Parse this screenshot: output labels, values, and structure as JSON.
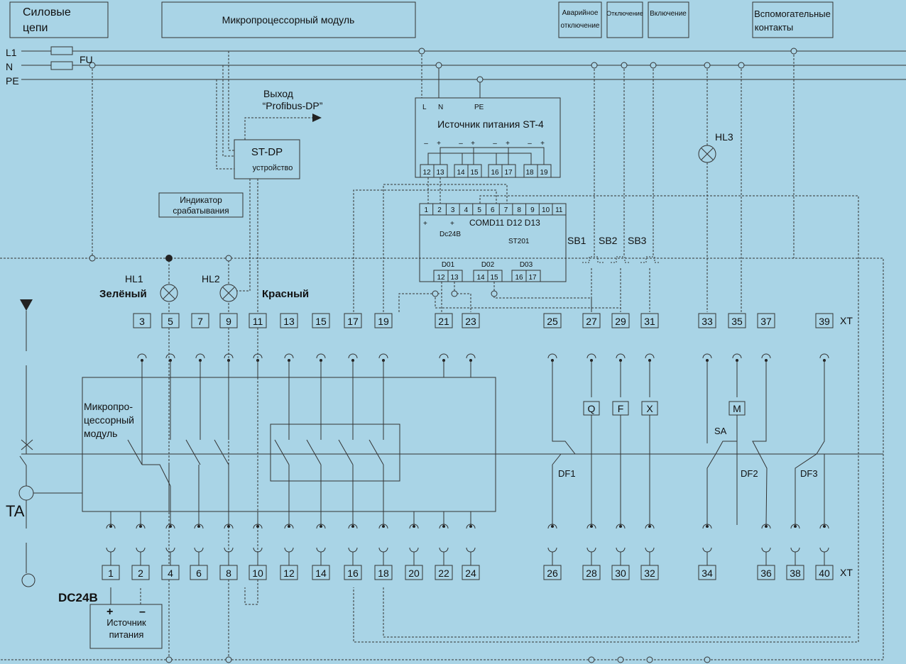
{
  "header": {
    "power_circuits": [
      "Силовые",
      "цепи"
    ],
    "mcu_module": "Микропроцессорный модуль",
    "emergency": [
      "Аварийное",
      "отключение"
    ],
    "off": "Отключение",
    "on": "Включение",
    "aux": [
      "Вспомогательные",
      "контакты"
    ]
  },
  "buses": {
    "l1": "L1",
    "n": "N",
    "pe": "PE",
    "fu": "FU"
  },
  "profibus": {
    "title": "Выход",
    "subtitle": "“Profibus-DP”"
  },
  "stdp": {
    "name": "ST-DP",
    "subtitle": "устройство"
  },
  "indicator": [
    "Индикатор",
    "срабатывания"
  ],
  "psu_st4": {
    "title": "Источник питания ST-4",
    "inputs": [
      "L",
      "N",
      "PE"
    ],
    "polarity": [
      "–",
      "+",
      "–",
      "+",
      "–",
      "+",
      "–",
      "+"
    ],
    "terminals": [
      "12",
      "13",
      "14",
      "15",
      "16",
      "17",
      "18",
      "19"
    ]
  },
  "st201": {
    "terminals": [
      "1",
      "2",
      "3",
      "4",
      "5",
      "6",
      "7",
      "8",
      "9",
      "10",
      "11"
    ],
    "plus1": "+",
    "plus2": "+",
    "voltage": "Dc24B",
    "inputs": "COMD11 D12 D13",
    "model": "ST201",
    "outputs": [
      "D01",
      "D02",
      "D03"
    ],
    "out_terminals": [
      "12",
      "13",
      "14",
      "15",
      "16",
      "17"
    ]
  },
  "buttons": [
    "SB1",
    "SB2",
    "SB3"
  ],
  "lamps": {
    "hl1": "HL1",
    "hl1_color": "Зелёный",
    "hl2": "HL2",
    "hl2_color": "Красный",
    "hl3": "HL3"
  },
  "top_terminals": [
    "3",
    "5",
    "7",
    "9",
    "11",
    "13",
    "15",
    "17",
    "19",
    "21",
    "23",
    "25",
    "27",
    "29",
    "31",
    "33",
    "35",
    "37",
    "39"
  ],
  "bottom_terminals": [
    "1",
    "2",
    "4",
    "6",
    "8",
    "10",
    "12",
    "14",
    "16",
    "18",
    "20",
    "22",
    "24",
    "26",
    "28",
    "30",
    "32",
    "34",
    "36",
    "38",
    "40"
  ],
  "xt_top": "XT",
  "xt_bottom": "XT",
  "mcu_inner": [
    "Микропро-",
    "цессорный",
    "модуль"
  ],
  "coils": [
    "Q",
    "F",
    "X",
    "M"
  ],
  "switch_labels": {
    "sa": "SA",
    "df1": "DF1",
    "df2": "DF2",
    "df3": "DF3"
  },
  "ta": "TA",
  "dc_psu": {
    "voltage": "DC24B",
    "plus": "+",
    "minus": "–",
    "label": [
      "Источник",
      "питания"
    ]
  },
  "colors": {
    "background": "#a9d4e6",
    "line": "#333333",
    "dashed": "#555555",
    "box_fill": "#a9d4e6"
  }
}
